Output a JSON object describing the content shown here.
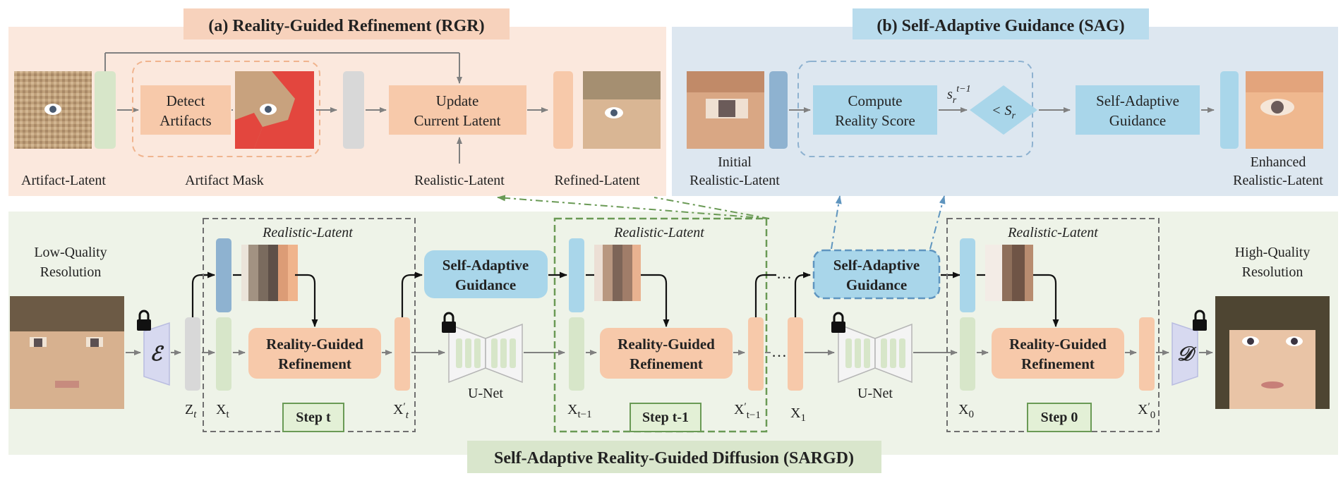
{
  "panel_a": {
    "title": "(a) Reality-Guided Refinement (RGR)",
    "detect": [
      "Detect",
      "Artifacts"
    ],
    "update": [
      "Update",
      "Current Latent"
    ],
    "labels": {
      "artifact_latent": "Artifact-Latent",
      "artifact_mask": "Artifact Mask",
      "realistic_latent": "Realistic-Latent",
      "refined_latent": "Refined-Latent"
    }
  },
  "panel_b": {
    "title": "(b) Self-Adaptive Guidance (SAG)",
    "compute": [
      "Compute",
      "Reality Score"
    ],
    "score_label": "s",
    "score_sub": "r",
    "score_sup": "t−1",
    "compare_label": "< S",
    "compare_sub": "r",
    "sag": [
      "Self-Adaptive",
      "Guidance"
    ],
    "labels": {
      "initial": [
        "Initial",
        "Realistic-Latent"
      ],
      "enhanced": [
        "Enhanced",
        "Realistic-Latent"
      ]
    }
  },
  "pipeline": {
    "title": "Self-Adaptive Reality-Guided Diffusion (SARGD)",
    "input_label": [
      "Low-Quality",
      "Resolution"
    ],
    "output_label": [
      "High-Quality",
      "Resolution"
    ],
    "encoder_symbol": "ℰ",
    "decoder_symbol": "𝒟",
    "zt": "Z",
    "zt_sub": "t",
    "realistic_latent": "Realistic-Latent",
    "rgr_block": [
      "Reality-Guided",
      "Refinement"
    ],
    "sag_block": [
      "Self-Adaptive",
      "Guidance"
    ],
    "unet": "U-Net",
    "ellipsis": "…",
    "steps": [
      {
        "label": "Step t",
        "x_in": "X",
        "x_in_sub": "t",
        "x_out": "X",
        "x_out_sub": "t",
        "prime": "′"
      },
      {
        "label": "Step t-1",
        "x_in": "X",
        "x_in_sub": "t−1",
        "x_out": "X",
        "x_out_sub": "t−1",
        "prime": "′"
      },
      {
        "label": "Step 0",
        "x_in": "X",
        "x_in_sub": "0",
        "x_out": "X",
        "x_out_sub": "0",
        "prime": "′"
      }
    ],
    "x1": "X",
    "x1_sub": "1"
  },
  "colors": {
    "panel_a_bg": "#fbe8dd",
    "panel_b_bg": "#dde7f0",
    "pipeline_bg": "#eef3e8",
    "orange_box": "#f7c9aa",
    "blue_box": "#a9d6ea",
    "green_latent": "#d7e6c9",
    "grey_latent": "#d8d8d8",
    "dark_blue_latent": "#8eb2d0",
    "step_label_bg": "#e3f0d6"
  }
}
